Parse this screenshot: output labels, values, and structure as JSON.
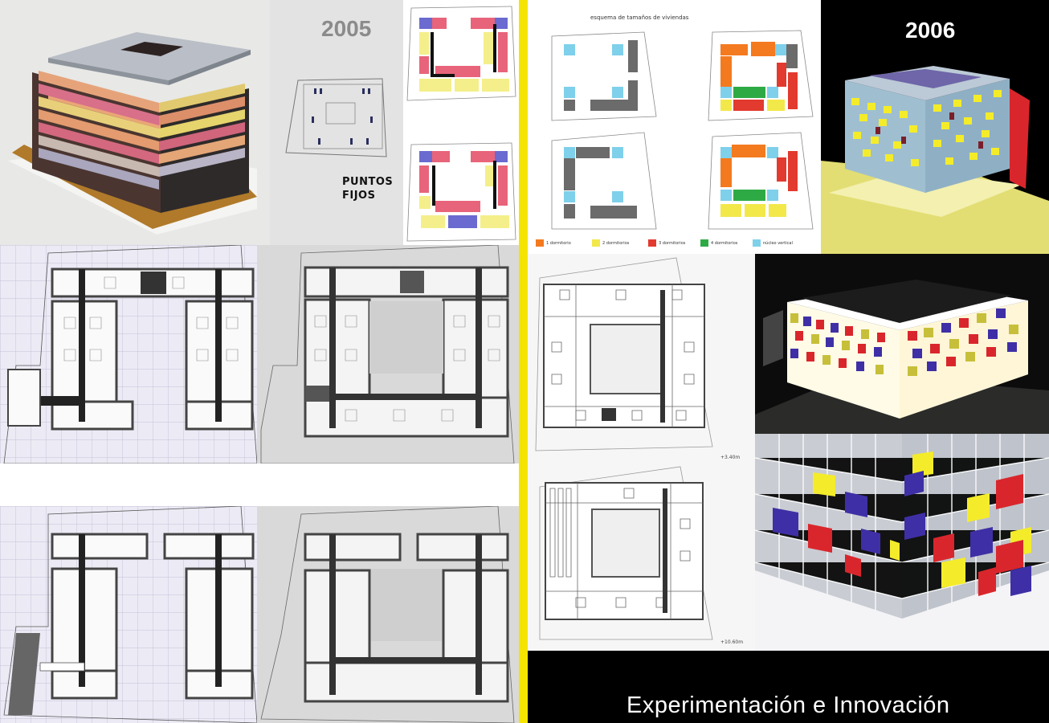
{
  "left_year": "2005",
  "puntos_fijos": [
    "PUNTOS",
    "FIJOS"
  ],
  "right_year": "2006",
  "schematic_title": "esquema de tamaños de viviendas",
  "schematic_legend": [
    {
      "color": "#f47a1f",
      "label": "1 dormitorio"
    },
    {
      "color": "#f2e84a",
      "label": "2 dormitorios"
    },
    {
      "color": "#e23a2e",
      "label": "3 dormitorios"
    },
    {
      "color": "#2eaa45",
      "label": "4 dormitorios"
    },
    {
      "color": "#7fd0ea",
      "label": "núcleo vertical"
    }
  ],
  "plan_levels": [
    "+3.40m",
    "+10.60m"
  ],
  "footer_title": "Experimentación e Innovación",
  "colors": {
    "divider_yellow": "#f5e400",
    "facade_red": "#d9262c",
    "facade_blue": "#3f2fa6",
    "facade_yellow": "#f4ec2a",
    "schematic_grey": "#6b6b6b"
  }
}
